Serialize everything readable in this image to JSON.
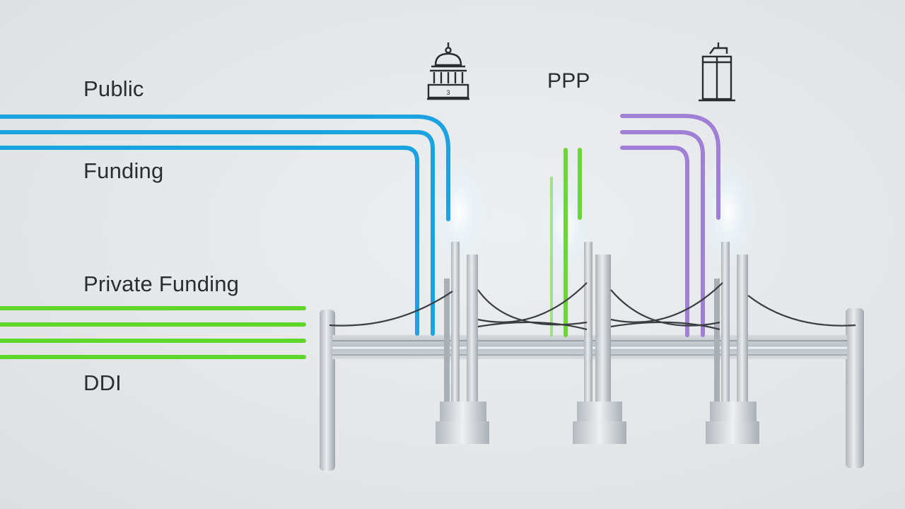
{
  "labels": {
    "public": "Public",
    "funding": "Funding",
    "private_funding": "Private Funding",
    "ddi": "DDI",
    "ppp": "PPP"
  },
  "icons": {
    "public_icon": "government-building-icon",
    "private_icon": "office-tower-icon"
  },
  "colors": {
    "public": "#1aa3e0",
    "private": "#5fd62a",
    "ppp_green": "#6ad638",
    "partnership": "#a07fd6",
    "pillar": "#c9cfd4",
    "cable": "#3a3d42",
    "background": "#e6e8ea"
  },
  "logo_text": {
    "building_plaque": "3"
  }
}
